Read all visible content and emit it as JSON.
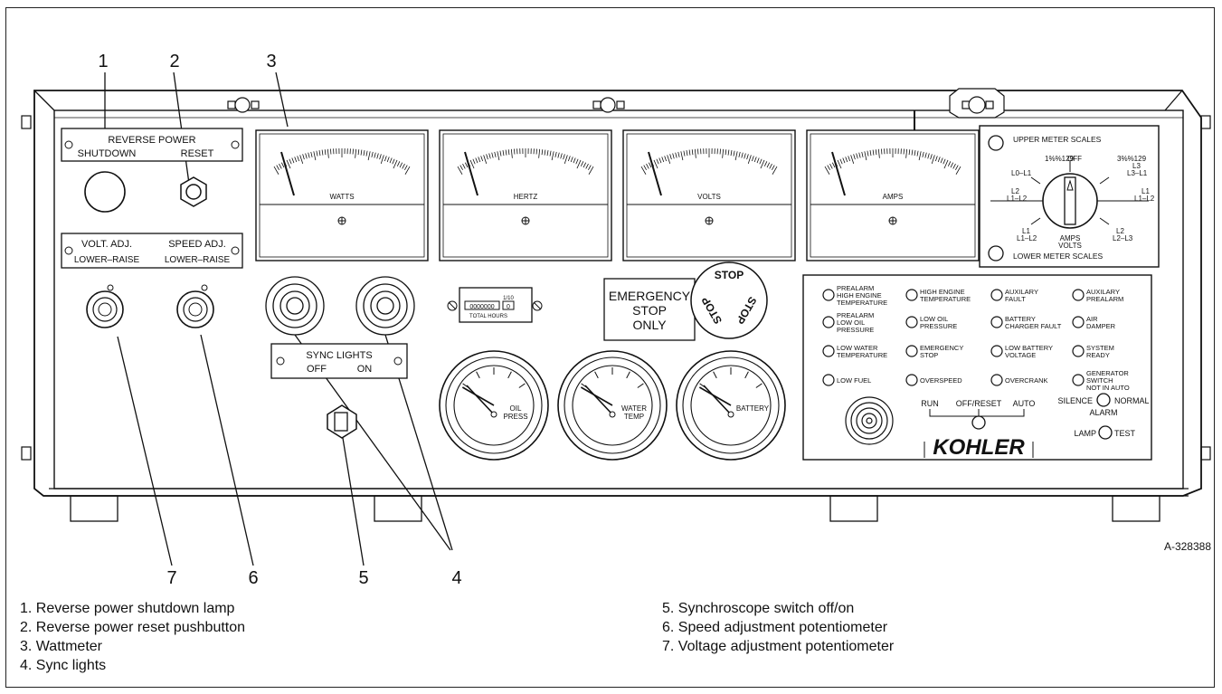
{
  "drawing_number": "A-328388",
  "callouts": [
    "1",
    "2",
    "3",
    "4",
    "5",
    "6",
    "7"
  ],
  "legend": {
    "left": [
      "1. Reverse power shutdown lamp",
      "2. Reverse power reset pushbutton",
      "3. Wattmeter",
      "4. Sync lights"
    ],
    "right": [
      "5. Synchroscope switch off/on",
      "6. Speed adjustment potentiometer",
      "7. Voltage adjustment potentiometer"
    ]
  },
  "reverse_power": {
    "title": "REVERSE POWER",
    "shutdown": "SHUTDOWN",
    "reset": "RESET"
  },
  "adjust": {
    "volt": "VOLT. ADJ.",
    "speed": "SPEED ADJ.",
    "lr1": "LOWER–RAISE",
    "lr2": "LOWER–RAISE"
  },
  "meters": [
    "WATTS",
    "HERTZ",
    "VOLTS",
    "AMPS"
  ],
  "selector": {
    "upper": "UPPER METER SCALES",
    "lower": "LOWER METER SCALES",
    "labels": [
      "1%%129",
      "OFF",
      "3%%129",
      "L0–L1",
      "L3",
      "L3–L1",
      "L2",
      "L1–L2",
      "L1",
      "L1–L2",
      "L1",
      "L1–L2",
      "L2",
      "L2–L3",
      "AMPS",
      "VOLTS"
    ]
  },
  "hour_meter": {
    "digits": "0000000",
    "tenths": "0",
    "fraction": "1/10",
    "label": "TOTAL HOURS"
  },
  "emergency": {
    "line1": "EMERGENCY",
    "line2": "STOP",
    "line3": "ONLY",
    "stop": "STOP"
  },
  "sync": {
    "title": "SYNC LIGHTS",
    "off": "OFF",
    "on": "ON"
  },
  "gauges": [
    {
      "l1": "OIL",
      "l2": "PRESS"
    },
    {
      "l1": "WATER",
      "l2": "TEMP"
    },
    {
      "l1": "BATTERY",
      "l2": ""
    }
  ],
  "annunciators": [
    [
      "PREALARM",
      "HIGH ENGINE",
      "TEMPERATURE"
    ],
    [
      "HIGH ENGINE",
      "TEMPERATURE"
    ],
    [
      "AUXILARY",
      "FAULT"
    ],
    [
      "AUXILARY",
      "PREALARM"
    ],
    [
      "PREALARM",
      "LOW OIL",
      "PRESSURE"
    ],
    [
      "LOW OIL",
      "PRESSURE"
    ],
    [
      "BATTERY",
      "CHARGER FAULT"
    ],
    [
      "AIR",
      "DAMPER"
    ],
    [
      "LOW WATER",
      "TEMPERATURE"
    ],
    [
      "EMERGENCY",
      "STOP"
    ],
    [
      "LOW BATTERY",
      "VOLTAGE"
    ],
    [
      "SYSTEM",
      "READY"
    ],
    [
      "LOW FUEL"
    ],
    [
      "OVERSPEED"
    ],
    [
      "OVERCRANK"
    ],
    [
      "GENERATOR",
      "SWITCH",
      "NOT IN AUTO"
    ]
  ],
  "controls": {
    "run": "RUN",
    "off_reset": "OFF/RESET",
    "auto": "AUTO",
    "silence": "SILENCE",
    "normal": "NORMAL",
    "alarm": "ALARM",
    "lamp": "LAMP",
    "test": "TEST"
  },
  "brand": "KOHLER"
}
